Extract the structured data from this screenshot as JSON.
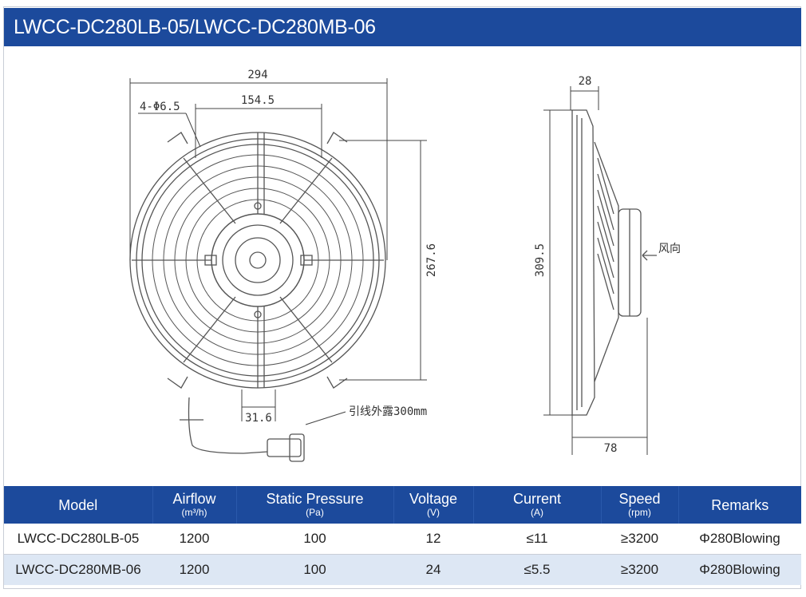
{
  "title": "LWCC-DC280LB-05/LWCC-DC280MB-06",
  "drawing": {
    "front_dims": {
      "overall_width": "294",
      "hole_spacing": "154.5",
      "holes": "4-Φ6.5",
      "height": "267.6",
      "bottom_width": "31.6",
      "lead_note": "引线外露300mm"
    },
    "side_dims": {
      "depth_top": "28",
      "height": "309.5",
      "depth_bottom": "78",
      "airflow_label": "风向"
    }
  },
  "table": {
    "headers": [
      {
        "main": "Model",
        "unit": ""
      },
      {
        "main": "Airflow",
        "unit": "(m³/h)"
      },
      {
        "main": "Static Pressure",
        "unit": "(Pa)"
      },
      {
        "main": "Voltage",
        "unit": "(V)"
      },
      {
        "main": "Current",
        "unit": "(A)"
      },
      {
        "main": "Speed",
        "unit": "(rpm)"
      },
      {
        "main": "Remarks",
        "unit": ""
      }
    ],
    "rows": [
      [
        "LWCC-DC280LB-05",
        "1200",
        "100",
        "12",
        "≤11",
        "≥3200",
        "Φ280Blowing"
      ],
      [
        "LWCC-DC280MB-06",
        "1200",
        "100",
        "24",
        "≤5.5",
        "≥3200",
        "Φ280Blowing"
      ]
    ]
  },
  "colors": {
    "header_blue": "#1c4a9c",
    "alt_row": "#dde7f4"
  }
}
